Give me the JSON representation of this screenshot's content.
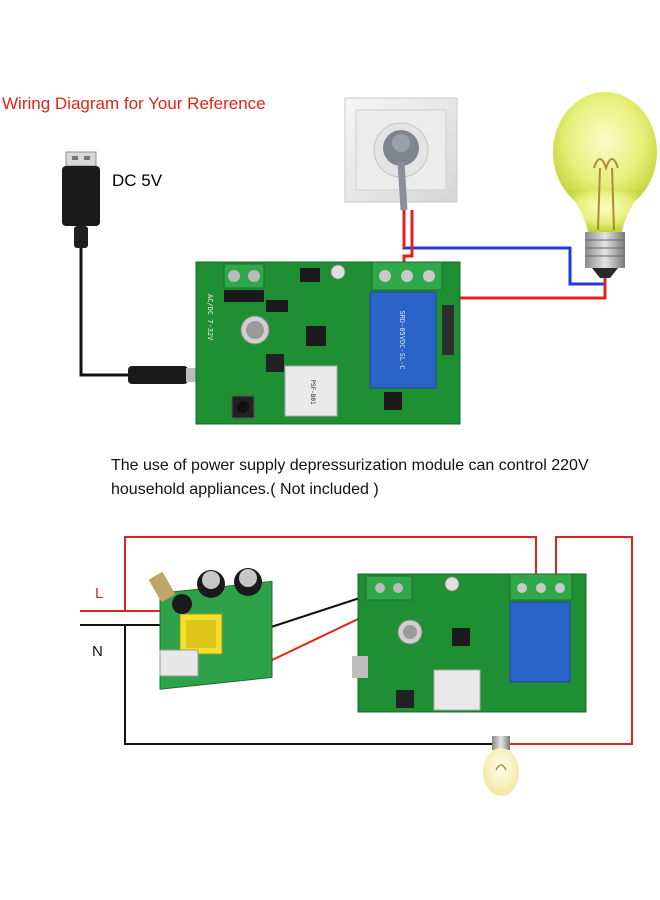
{
  "title": "Wiring Diagram for Your Reference",
  "dc_label": "DC 5V",
  "note": {
    "line1": "The use of power supply depressurization module can control 220V",
    "line2": "household appliances.( Not included )"
  },
  "labels": {
    "live": "L",
    "neutral": "N"
  },
  "icons": [
    "usb-plug-icon",
    "wall-socket-icon",
    "light-bulb-icon",
    "relay-board-icon",
    "power-module-icon"
  ],
  "colors": {
    "title": "#e0241c",
    "wire_live": "#e0241c",
    "wire_neutral": "#1f3ad6",
    "board": "#1f8f34",
    "relay": "#2a64c8"
  }
}
